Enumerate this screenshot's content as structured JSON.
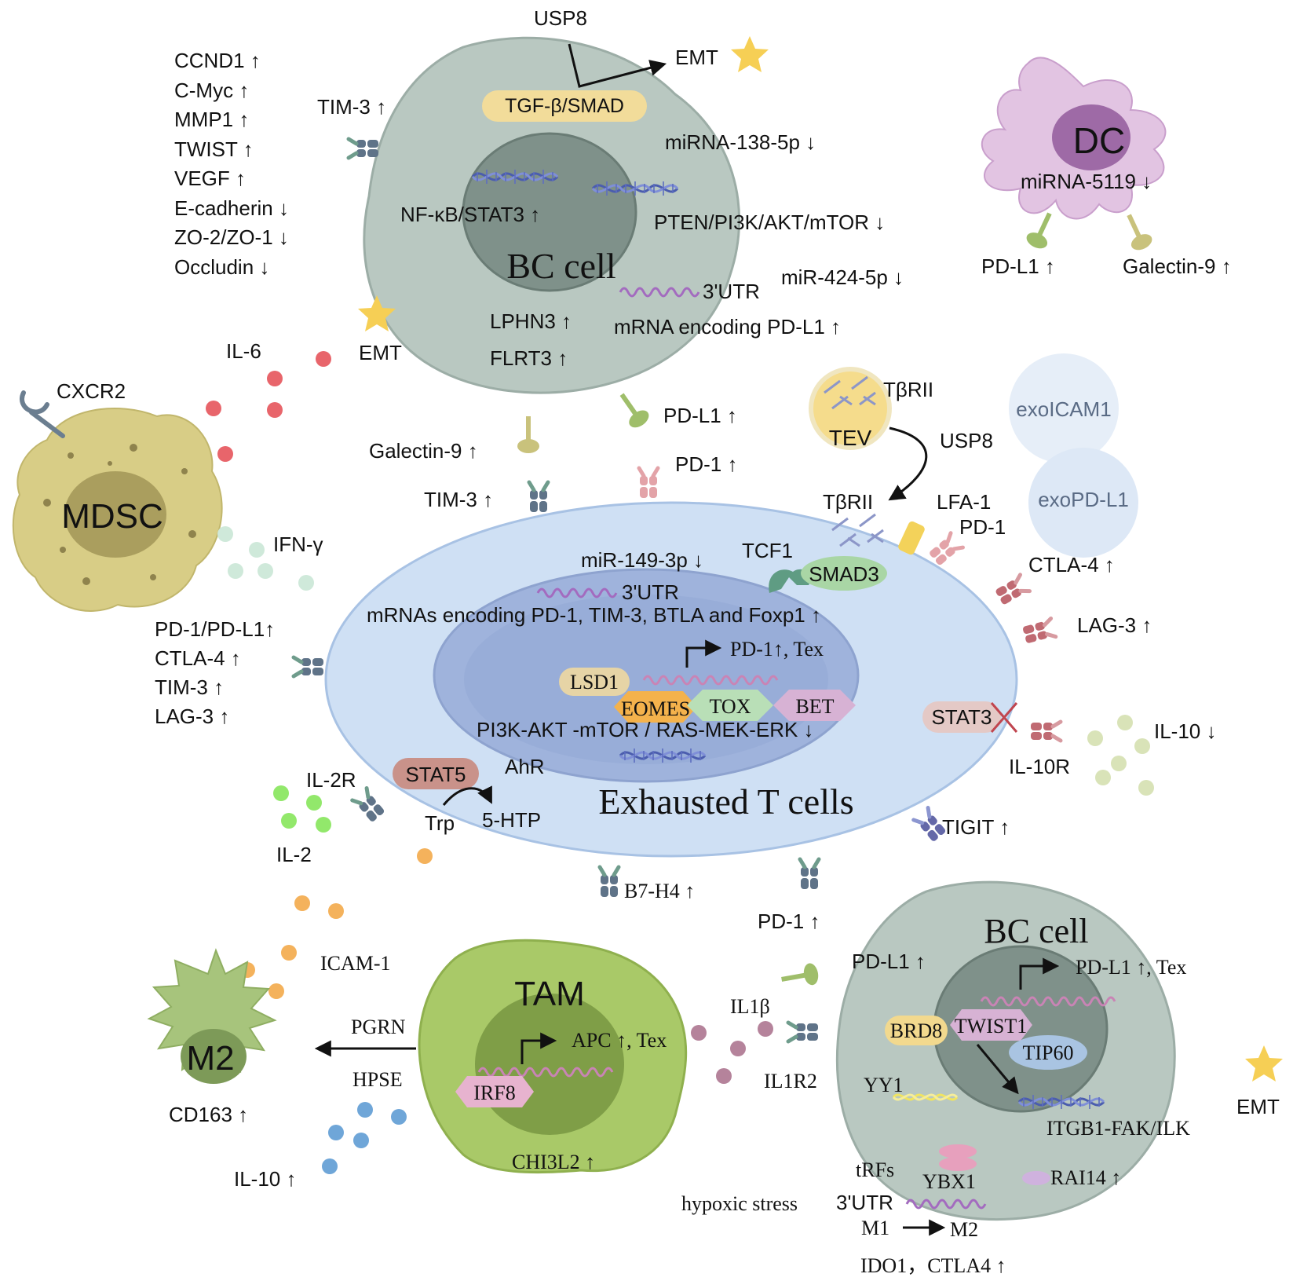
{
  "colors": {
    "bc_cell": "#b9c8c1",
    "bc_nucleus": "#7f918a",
    "t_cell": "#cfe0f4",
    "t_nucleus": "#9fb3dc",
    "mdsc": "#d8cd86",
    "tam": "#a9c968",
    "m2": "#a7c47c",
    "dc": "#d9b6dc",
    "il6": "#e8656b",
    "ifng": "#cfe9da",
    "il2": "#92e86b",
    "orange": "#f4b25c",
    "il10_blue": "#6fa6d8",
    "il10_green": "#d9e3b8",
    "il1b": "#b5839b",
    "star": "#f6cf55"
  },
  "cells": {
    "bc_top": "BC cell",
    "bc_bottom": "BC cell",
    "t_cell": "Exhausted T cells",
    "mdsc": "MDSC",
    "tam": "TAM",
    "m2": "M2",
    "dc": "DC",
    "tev": "TEV"
  },
  "top_bc": {
    "usp8": "USP8",
    "emt_arrow": "EMT",
    "emt_star": "EMT",
    "tgf": "TGF-β/SMAD",
    "tim3": "TIM-3 ↑",
    "mirna138": "miRNA-138-5p ↓",
    "nfkb": "NF-κB/STAT3 ↑",
    "pten": "PTEN/PI3K/AKT/mTOR ↓",
    "mir424": "miR-424-5p ↓",
    "utr": "3'UTR",
    "mrna_pdl1": "mRNA encoding PD-L1 ↑",
    "lphn3": "LPHN3 ↑",
    "flrt3": "FLRT3 ↑",
    "pdl1": "PD-L1 ↑",
    "galectin": "Galectin-9 ↑",
    "markers": [
      "CCND1 ↑",
      "C-Myc ↑",
      "MMP1 ↑",
      "TWIST ↑",
      "VEGF ↑",
      "E-cadherin ↓",
      "ZO-2/ZO-1  ↓",
      "Occludin ↓"
    ]
  },
  "dc_panel": {
    "mirna": "miRNA-5119 ↓",
    "pdl1": "PD-L1 ↑",
    "galectin": "Galectin-9 ↑"
  },
  "mdsc_panel": {
    "il6": "IL-6",
    "cxcr2": "CXCR2",
    "ifng": "IFN-γ",
    "checkpoints": [
      "PD-1/PD-L1↑",
      "CTLA-4 ↑",
      "TIM-3 ↑",
      "LAG-3 ↑"
    ]
  },
  "tev_panel": {
    "tbrii_top": "TβRII",
    "usp8": "USP8",
    "tbrii_mem": "TβRII",
    "exoicam1": "exoICAM1",
    "exopdl1": "exoPD-L1"
  },
  "t_cell": {
    "tim3": "TIM-3 ↑",
    "pd1_top": "PD-1 ↑",
    "lfa1": "LFA-1",
    "pd1_right": "PD-1",
    "ctla4": "CTLA-4 ↑",
    "lag3": "LAG-3 ↑",
    "stat3": "STAT3",
    "il10r": "IL-10R",
    "il10": "IL-10 ↓",
    "tigit": "TIGIT ↑",
    "mir149": "miR-149-3p ↓",
    "tcf1": "TCF1",
    "smad3": "SMAD3",
    "utr": "3'UTR",
    "mrnas": "mRNAs encoding PD-1, TIM-3, BTLA and Foxp1 ↑",
    "pd1_tex": "PD-1↑, Tex",
    "lsd1": "LSD1",
    "eomes": "EOMES",
    "tox": "TOX",
    "bet": "BET",
    "pi3k": "PI3K-AKT -mTOR / RAS-MEK-ERK ↓",
    "stat5": "STAT5",
    "ahr": "AhR",
    "trp": "Trp",
    "htp": "5-HTP",
    "il2r": "IL-2R",
    "il2": "IL-2",
    "b7h4": "B7-H4 ↑",
    "pd1_bottom": "PD-1 ↑"
  },
  "bottom": {
    "icam1": "ICAM-1",
    "pgrn": "PGRN",
    "hpse": "HPSE",
    "cd163": "CD163 ↑",
    "il10": "IL-10 ↑",
    "apc": "APC ↑, Tex",
    "irf8": "IRF8",
    "chi3l2": "CHI3L2 ↑",
    "il1b": "IL1β",
    "il1r2": "IL1R2",
    "pdl1": "PD-L1 ↑",
    "pdl1_tex": "PD-L1 ↑, Tex",
    "brd8": "BRD8",
    "twist1": "TWIST1",
    "tip60": "TIP60",
    "yy1": "YY1",
    "itgb1": "ITGB1-FAK/ILK",
    "emt": "EMT",
    "trfs": "tRFs",
    "ybx1": "YBX1",
    "rai14": "RAI14 ↑",
    "hypoxic": "hypoxic stress",
    "utr": "3'UTR",
    "m1": "M1",
    "m2": "M2",
    "ido1": "IDO1，CTLA4 ↑"
  }
}
